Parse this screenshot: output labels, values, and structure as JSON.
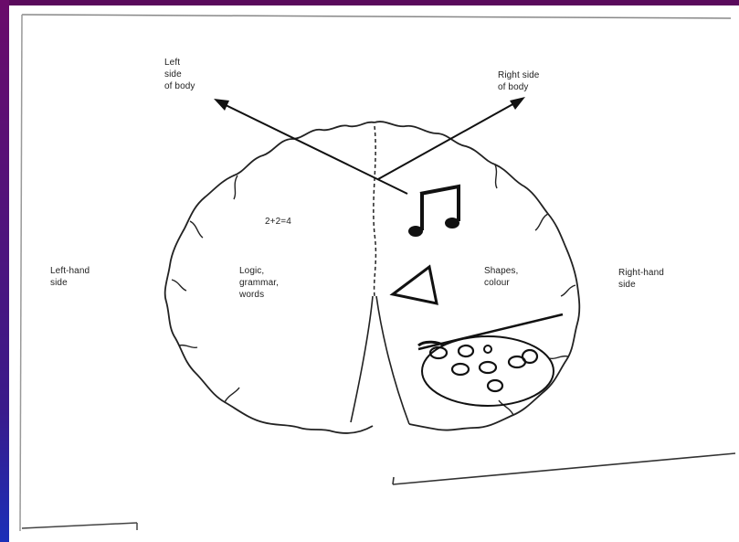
{
  "diagram": {
    "labels": {
      "left_body": "Left side of body",
      "left_body_lines": [
        "Left",
        "side",
        "of body"
      ],
      "right_body_lines": [
        "Right side",
        "of body"
      ],
      "equation": "2+2=4",
      "left_hand_lines": [
        "Left-hand",
        "side"
      ],
      "right_hand_lines": [
        "Right-hand",
        "side"
      ],
      "logic_lines": [
        "Logic,",
        "grammar,",
        "words"
      ],
      "shapes_lines": [
        "Shapes,",
        "colour"
      ]
    },
    "icons": [
      "music-note-icon",
      "triangle-icon",
      "paint-palette-icon"
    ]
  }
}
